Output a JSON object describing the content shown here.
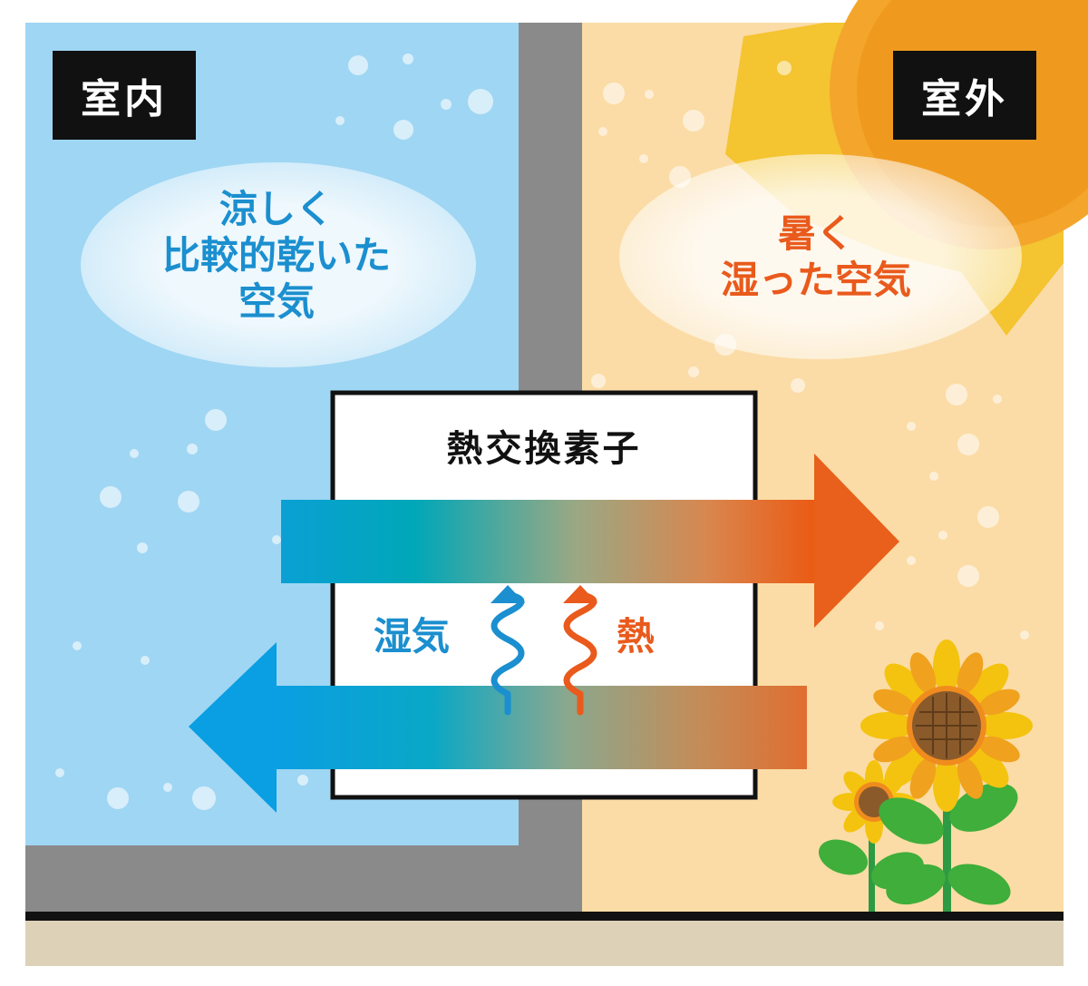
{
  "indoor": {
    "label": "室内",
    "description_lines": [
      "涼しく",
      "比較的乾いた",
      "空気"
    ]
  },
  "outdoor": {
    "label": "室外",
    "description_lines": [
      "暑く",
      "湿った空気"
    ]
  },
  "exchanger": {
    "title": "熱交換素子",
    "humidity_label": "湿気",
    "heat_label": "熱"
  },
  "colors": {
    "indoor_bg": "#9fd6f3",
    "outdoor_bg": "#fbdca6",
    "wall": "#8a8a8a",
    "cool_blue": "#1b8fcf",
    "warm_orange": "#e95a1c",
    "label_bg": "#111111",
    "ground": "#ddd2b8"
  },
  "icons": [
    "sun-icon",
    "sunflower-icon",
    "humidity-wave-arrow-icon",
    "heat-wave-arrow-icon"
  ]
}
